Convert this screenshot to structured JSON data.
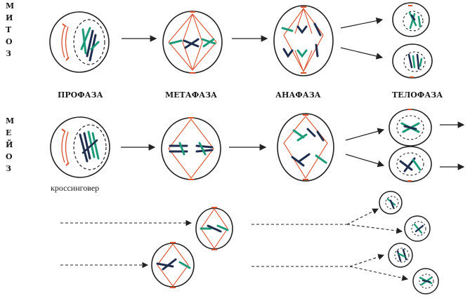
{
  "mitosis": {
    "side_letters": [
      "М",
      "И",
      "Т",
      "О",
      "З"
    ],
    "phases": [
      "ПРОФАЗА",
      "МЕТАФАЗА",
      "АНАФАЗА",
      "ТЕЛОФАЗА"
    ]
  },
  "meiosis": {
    "side_letters": [
      "М",
      "Е",
      "Й",
      "О",
      "З"
    ],
    "crossover_label": "кроссинговер"
  },
  "colors": {
    "outline": "#222222",
    "spindle": "#d9502f",
    "chromosome_green": "#1f9a78",
    "chromosome_navy": "#1f2e4e"
  }
}
